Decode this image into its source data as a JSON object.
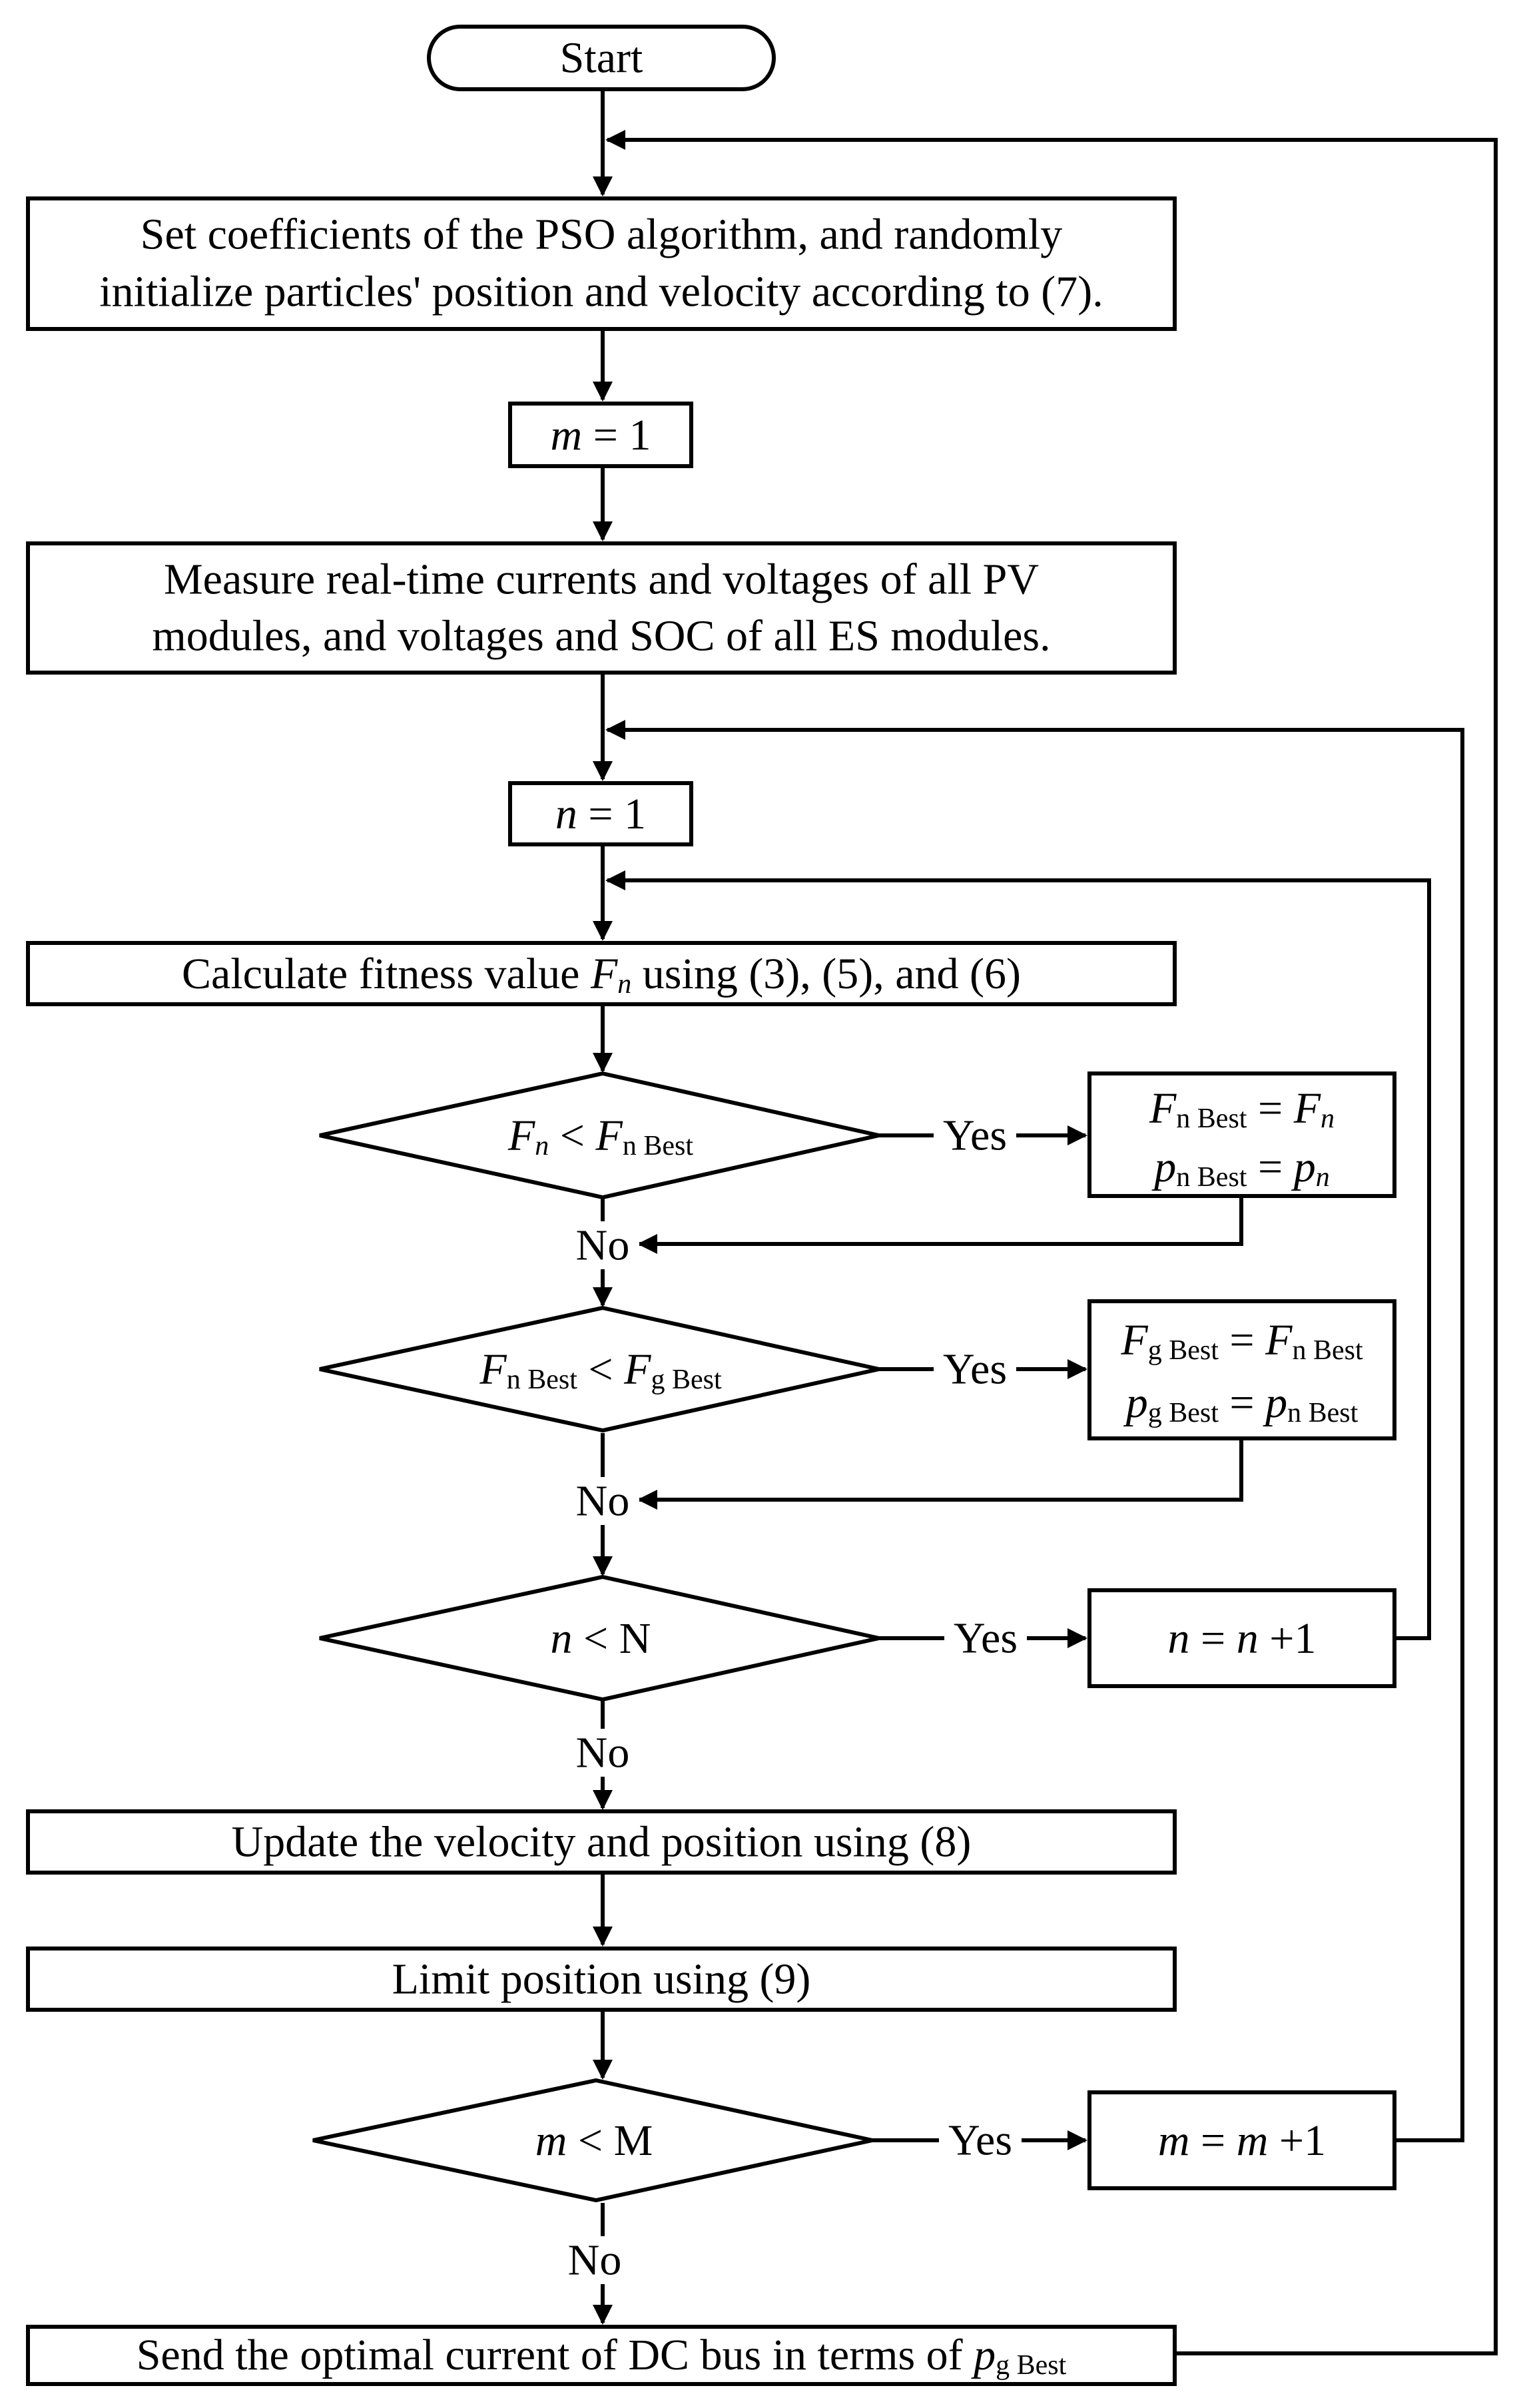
{
  "start": "Start",
  "steps": {
    "init_line1": "Set coefficients of the PSO algorithm, and randomly",
    "init_line2": "initialize particles' position and velocity according to (7).",
    "m_init_var": "m",
    "m_init_rest": " = 1",
    "measure_line1": "Measure real-time currents and voltages of all PV",
    "measure_line2": "modules, and voltages and SOC of all ES modules.",
    "n_init_var": "n",
    "n_init_rest": " = 1",
    "fitness_pre": "Calculate fitness value ",
    "fitness_var": "F",
    "fitness_sub": "n",
    "fitness_post": " using (3), (5), and (6)",
    "update": "Update the velocity and position using (8)",
    "limit": "Limit position using (9)",
    "send_pre": "Send the optimal current of DC bus in terms of ",
    "send_var": "p",
    "send_sub": "g Best"
  },
  "decisions": {
    "d1": {
      "F": "F",
      "n": "n",
      "lt": " < ",
      "F2": "F",
      "sub2": "n Best"
    },
    "d2": {
      "F": "F",
      "sub1": "n Best",
      "lt": " < ",
      "F2": "F",
      "sub2": "g Best"
    },
    "d3": {
      "var": "n",
      "rest": " < N"
    },
    "d4": {
      "var": "m",
      "rest": " < M"
    }
  },
  "side_boxes": {
    "s1": {
      "a": "F",
      "a_sub": "n Best",
      "eq": " = ",
      "b": "F",
      "b_sub": "n",
      "c": "p",
      "c_sub": "n Best",
      "d": "p",
      "d_sub": "n"
    },
    "s2": {
      "a": "F",
      "a_sub": "g Best",
      "eq": " = ",
      "b": "F",
      "b_sub": "n Best",
      "c": "p",
      "c_sub": "g Best",
      "d": "p",
      "d_sub": "n Best"
    },
    "s3": {
      "v1": "n",
      "mid": " = ",
      "v2": "n",
      "end": " +1"
    },
    "s4": {
      "v1": "m",
      "mid": " = ",
      "v2": "m",
      "end": " +1"
    }
  },
  "labels": {
    "yes": "Yes",
    "no": "No"
  }
}
